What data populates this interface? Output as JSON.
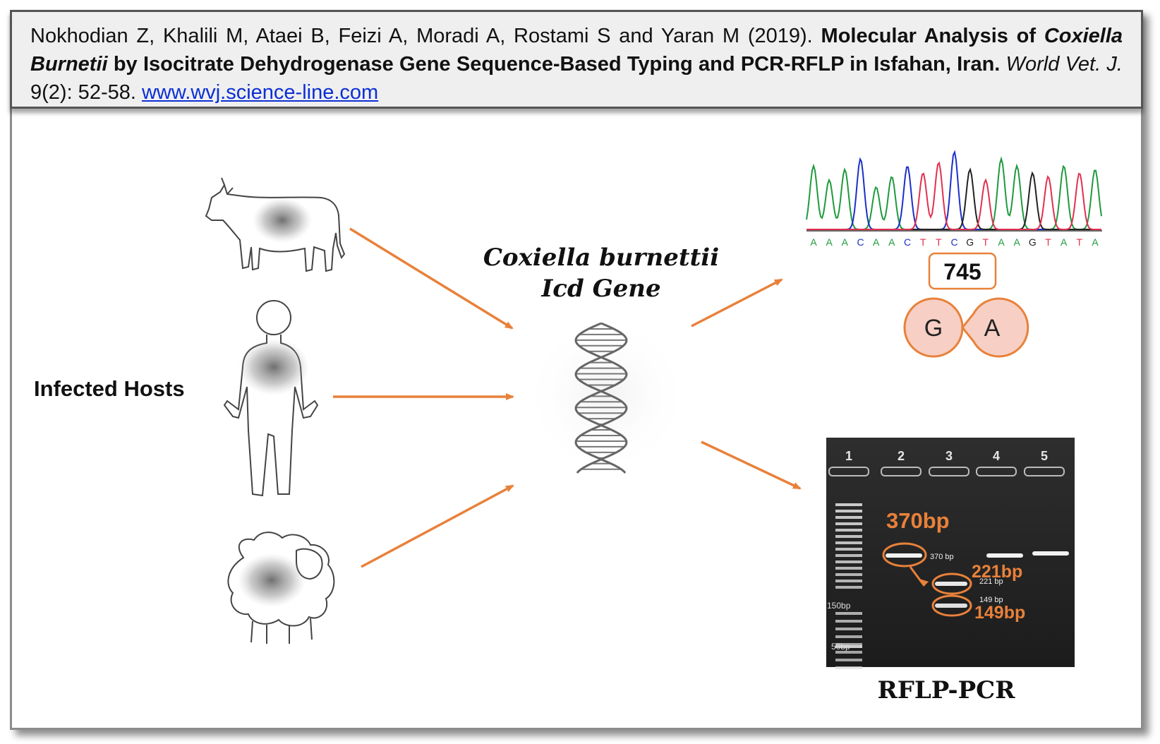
{
  "citation": {
    "authors": "Nokhodian Z, Khalili M, Ataei B, Feizi A, Moradi A, Rostami S and Yaran M (2019).",
    "title_part1": "Molecular Analysis of",
    "title_organism": "Coxiella Burnetii",
    "title_part2": "by Isocitrate Dehydrogenase Gene Sequence-Based Typing and PCR-RFLP in Isfahan, Iran.",
    "journal": "World Vet. J.",
    "volume": "9(2): 52-58.",
    "url": "www.wvj.science-line.com"
  },
  "hosts": {
    "label": "Infected Hosts",
    "items": [
      "cow",
      "human",
      "sheep"
    ]
  },
  "center": {
    "organism": "Coxiella burnettii",
    "gene": "Icd Gene"
  },
  "sequencing": {
    "bases": [
      "A",
      "A",
      "A",
      "C",
      "A",
      "A",
      "C",
      "T",
      "T",
      "C",
      "G",
      "T",
      "A",
      "A",
      "G",
      "T",
      "A",
      "T",
      "A"
    ],
    "position": "745",
    "allele_ref": "G",
    "allele_alt": "A",
    "trace_colors": {
      "A": "#1e9a3c",
      "C": "#1c2fc8",
      "G": "#222222",
      "T": "#e0304e"
    }
  },
  "gel": {
    "lanes": [
      "1",
      "2",
      "3",
      "4",
      "5"
    ],
    "ladder_labels": [
      "150bp",
      "50bp"
    ],
    "band_labels": [
      "370 bp",
      "221 bp",
      "149 bp"
    ],
    "callouts": [
      "370bp",
      "221bp",
      "149bp"
    ],
    "caption": "RFLP-PCR"
  },
  "colors": {
    "arrow": "#e8813a",
    "allele_fill": "#f7cfc4",
    "allele_stroke": "#e8813a",
    "callout": "#e8813a"
  }
}
